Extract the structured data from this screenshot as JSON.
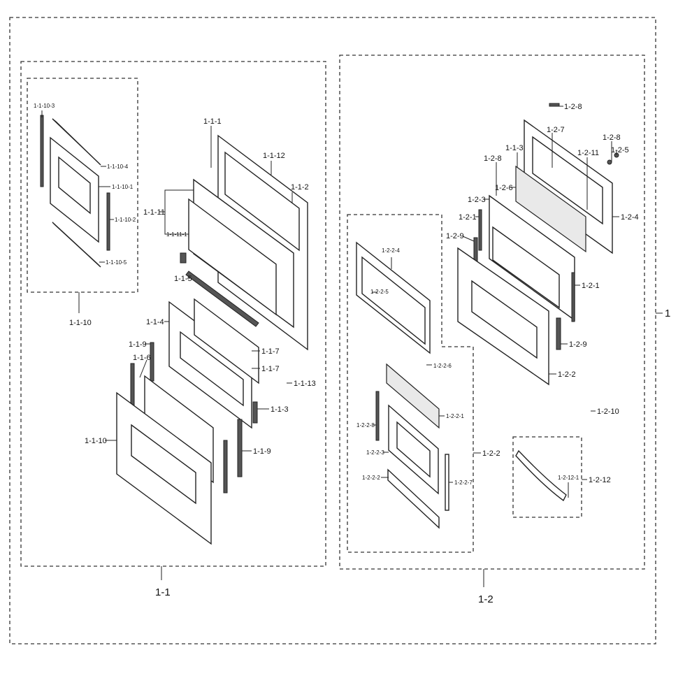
{
  "labels": {
    "root": "1",
    "g1": "1-1",
    "g2": "1-2",
    "l_1_1_10_3": "1-1-10-3",
    "l_1_1_10_4": "1-1-10-4",
    "l_1_1_10_1": "1-1-10-1",
    "l_1_1_10_2": "1-1-10-2",
    "l_1_1_10_5": "1-1-10-5",
    "l_1_1_10_group": "1-1-10",
    "l_1_1_1": "1-1-1",
    "l_1_1_12": "1-1-12",
    "l_1_1_2": "1-1-2",
    "l_1_1_11": "1-1-11",
    "l_1_1_11_1": "1-1-11-1",
    "l_1_1_5": "1-1-5",
    "l_1_1_4": "1-1-4",
    "l_1_1_9a": "1-1-9",
    "l_1_1_6": "1-1-6",
    "l_1_1_7a": "1-1-7",
    "l_1_1_7b": "1-1-7",
    "l_1_1_13": "1-1-13",
    "l_1_1_3": "1-1-3",
    "l_1_1_9b": "1-1-9",
    "l_1_1_10": "1-1-10",
    "l_1_2_8a": "1-2-8",
    "l_1_2_7": "1-2-7",
    "l_1_2_8b": "1-2-8",
    "l_1_2_5": "1-2-5",
    "l_1_1_3r": "1-1-3",
    "l_1_2_11": "1-2-11",
    "l_1_2_8c": "1-2-8",
    "l_1_2_6": "1-2-6",
    "l_1_2_3": "1-2-3",
    "l_1_2_4": "1-2-4",
    "l_1_2_1a": "1-2-1",
    "l_1_2_9a": "1-2-9",
    "l_1_2_1b": "1-2-1",
    "l_1_2_9b": "1-2-9",
    "l_1_2_2a": "1-2-2",
    "l_1_2_2_4": "1-2-2-4",
    "l_1_2_2_5": "1-2-2-5",
    "l_1_2_2_6": "1-2-2-6",
    "l_1_2_2_1": "1-2-2-1",
    "l_1_2_2_8": "1-2-2-8",
    "l_1_2_2_3": "1-2-2-3",
    "l_1_2_2_2": "1-2-2-2",
    "l_1_2_2_7": "1-2-2-7",
    "l_1_2_2b": "1-2-2",
    "l_1_2_10": "1-2-10",
    "l_1_2_12_1": "1-2-12-1",
    "l_1_2_12": "1-2-12"
  }
}
